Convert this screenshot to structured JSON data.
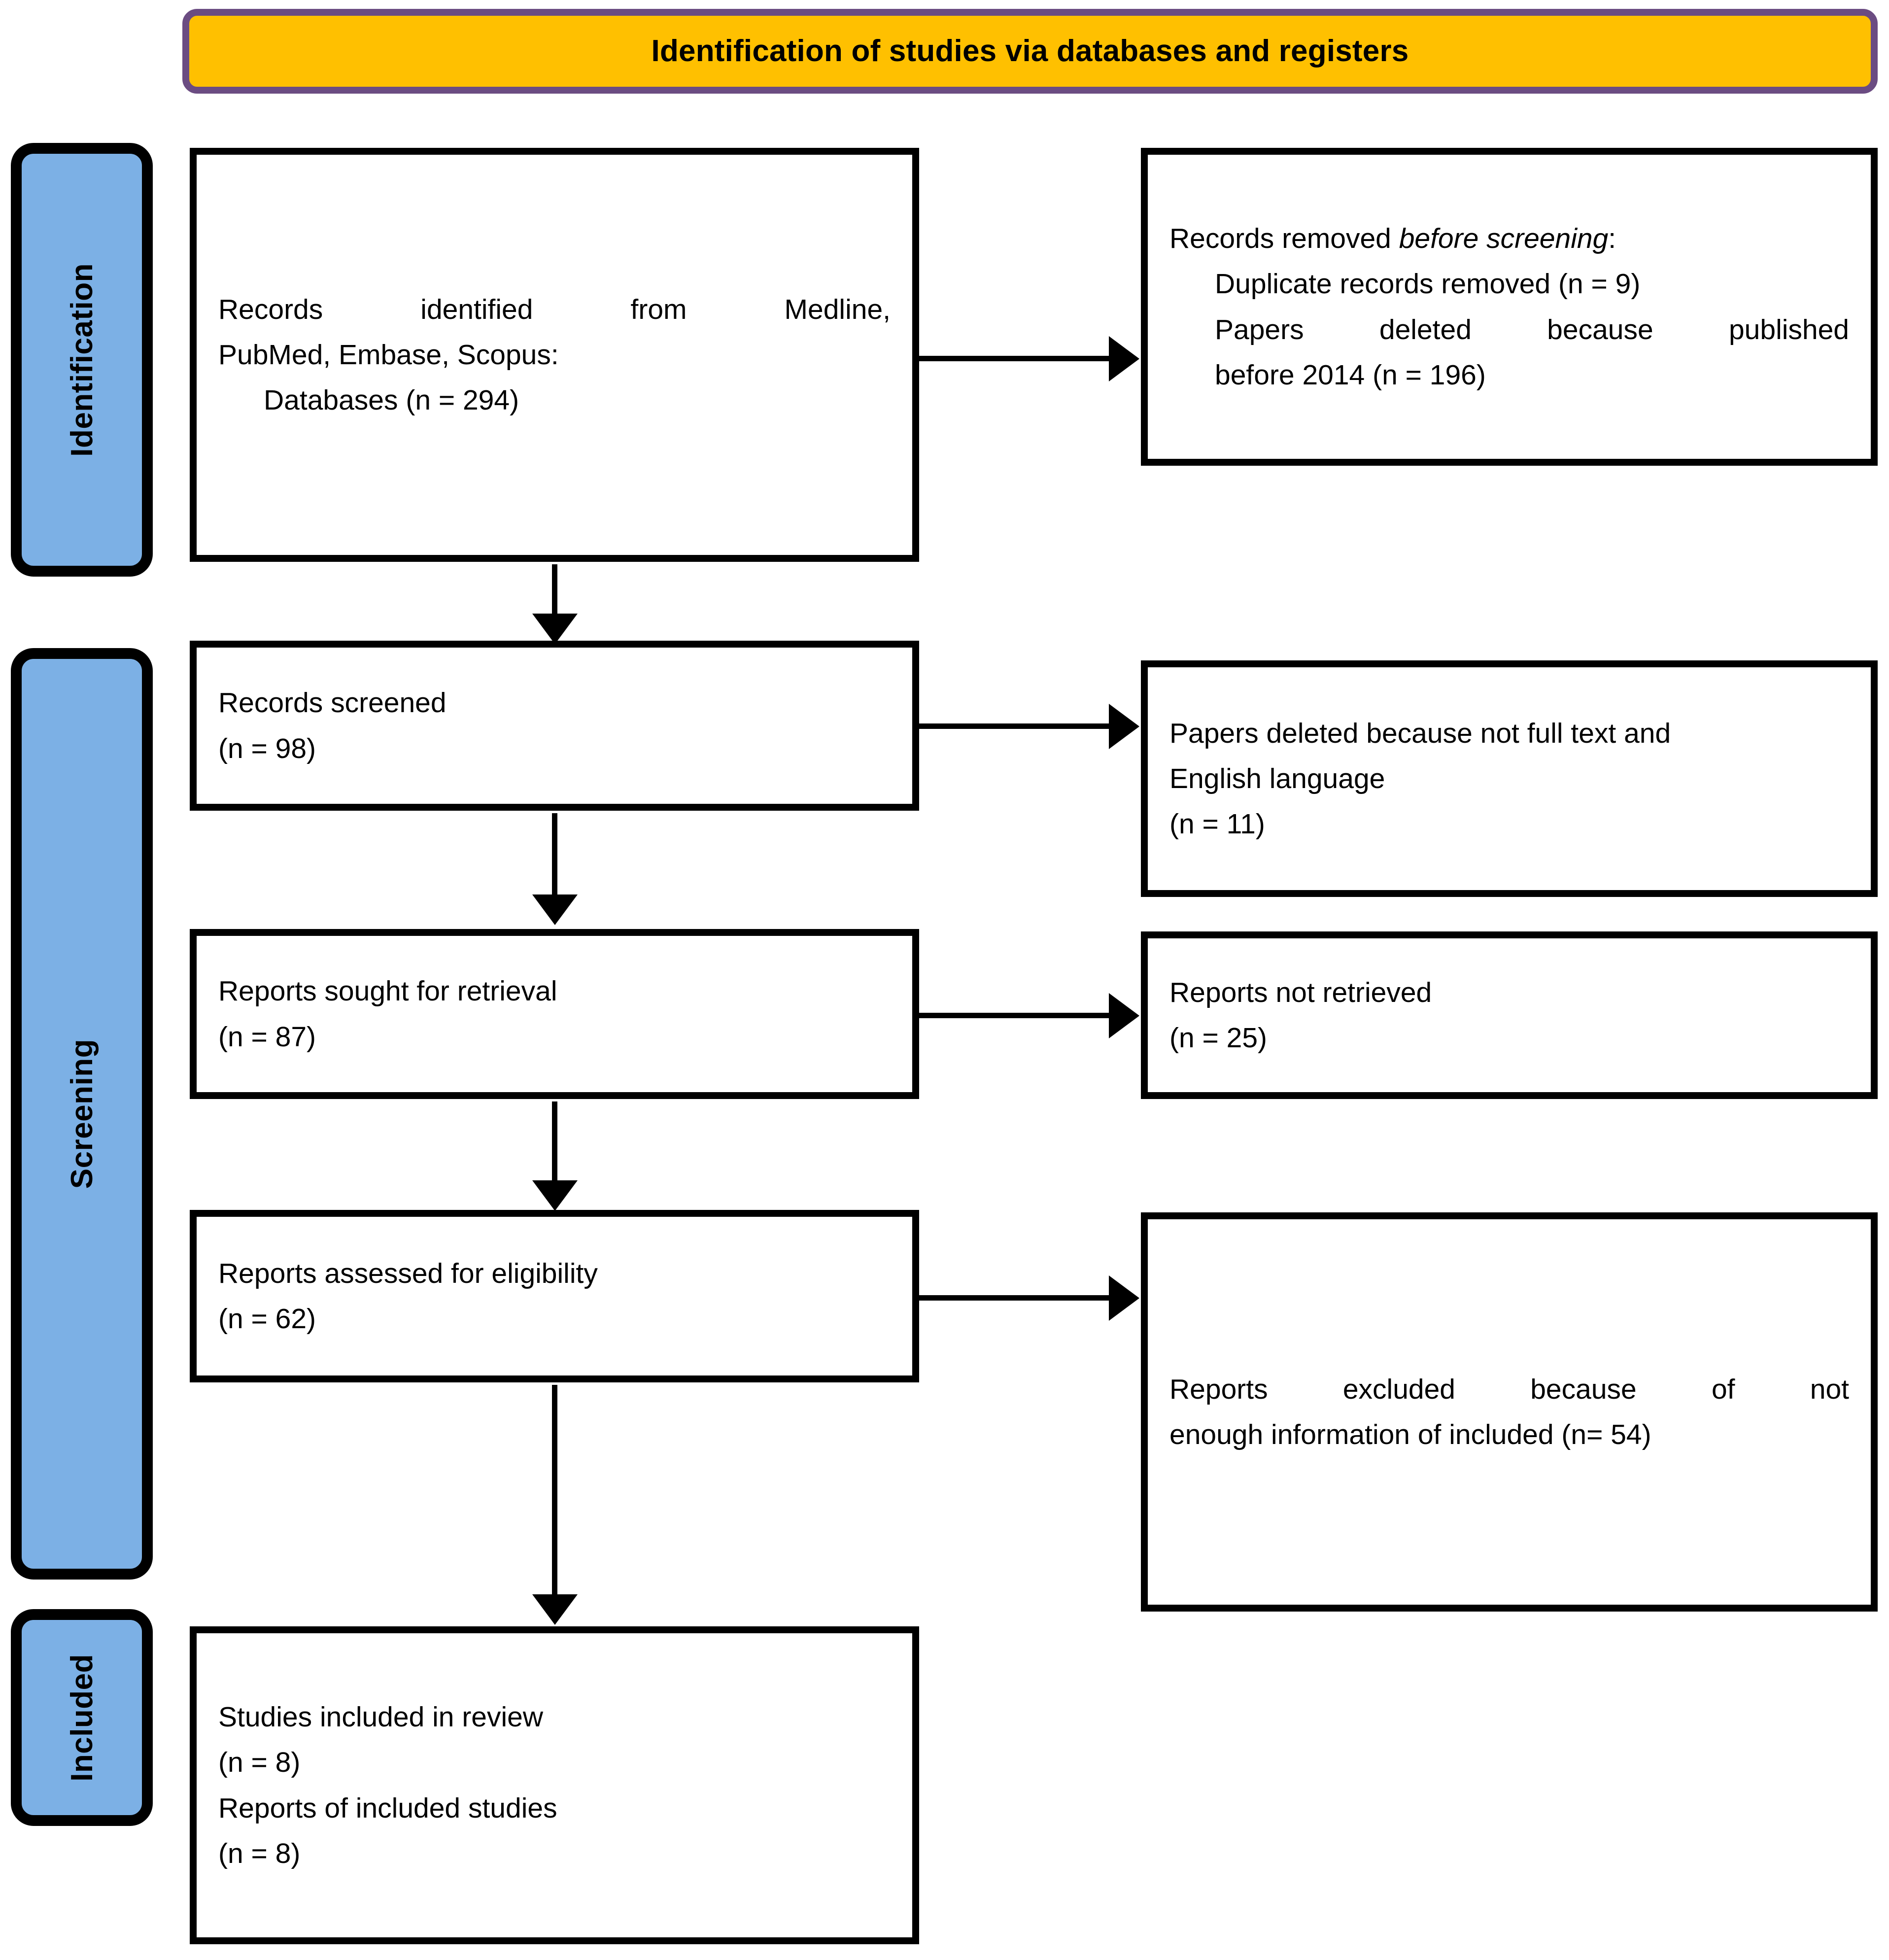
{
  "banner": {
    "title": "Identification of studies via databases and registers",
    "fill_color": "#FFC000",
    "border_color": "#6B4C82"
  },
  "stages": {
    "fill_color": "#7CB0E5",
    "identification": "Identification",
    "screening": "Screening",
    "included": "Included"
  },
  "boxes": {
    "identified": {
      "line1": "Records identified from Medline,",
      "line2": "PubMed, Embase, Scopus:",
      "line3": "Databases (n = 294)"
    },
    "removed": {
      "line1_prefix": "Records removed ",
      "line1_italic": "before screening",
      "line1_suffix": ":",
      "line2": "Duplicate records removed (n = 9)",
      "line3": "Papers deleted because published",
      "line4": "before 2014 (n = 196)"
    },
    "screened": {
      "line1": "Records screened",
      "line2": "(n = 98)"
    },
    "not_full_text": {
      "line1": "Papers deleted because not full text and",
      "line2": "English language",
      "line3": "(n = 11)"
    },
    "sought": {
      "line1": "Reports sought for retrieval",
      "line2": "(n = 87)"
    },
    "not_retrieved": {
      "line1": "Reports not retrieved",
      "line2": "(n = 25)"
    },
    "assessed": {
      "line1": "Reports assessed for eligibility",
      "line2": "(n = 62)"
    },
    "excluded": {
      "line1": "Reports excluded because of not",
      "line2": "enough information of included (n= 54)"
    },
    "included": {
      "line1": "Studies included in review",
      "line2": "(n = 8)",
      "line3": "Reports of included studies",
      "line4": "(n = 8)"
    }
  },
  "chart_data": {
    "type": "diagram",
    "diagram_kind": "prisma-flow",
    "title": "Identification of studies via databases and registers",
    "stages": [
      "Identification",
      "Screening",
      "Included"
    ],
    "nodes": [
      {
        "id": "identified",
        "stage": "Identification",
        "column": "left",
        "label": "Records identified from Medline, PubMed, Embase, Scopus: Databases",
        "n": 294
      },
      {
        "id": "removed",
        "stage": "Identification",
        "column": "right",
        "label": "Records removed before screening",
        "items": [
          {
            "label": "Duplicate records removed",
            "n": 9
          },
          {
            "label": "Papers deleted because published before 2014",
            "n": 196
          }
        ]
      },
      {
        "id": "screened",
        "stage": "Screening",
        "column": "left",
        "label": "Records screened",
        "n": 98
      },
      {
        "id": "not_full_text",
        "stage": "Screening",
        "column": "right",
        "label": "Papers deleted because not full text and English language",
        "n": 11
      },
      {
        "id": "sought",
        "stage": "Screening",
        "column": "left",
        "label": "Reports sought for retrieval",
        "n": 87
      },
      {
        "id": "not_retrieved",
        "stage": "Screening",
        "column": "right",
        "label": "Reports not retrieved",
        "n": 25
      },
      {
        "id": "assessed",
        "stage": "Screening",
        "column": "left",
        "label": "Reports assessed for eligibility",
        "n": 62
      },
      {
        "id": "excluded",
        "stage": "Screening",
        "column": "right",
        "label": "Reports excluded because of not enough information of included",
        "n": 54
      },
      {
        "id": "included",
        "stage": "Included",
        "column": "left",
        "label": "Studies included in review / Reports of included studies",
        "n": 8
      }
    ],
    "edges": [
      {
        "from": "identified",
        "to": "removed",
        "direction": "right"
      },
      {
        "from": "identified",
        "to": "screened",
        "direction": "down"
      },
      {
        "from": "screened",
        "to": "not_full_text",
        "direction": "right"
      },
      {
        "from": "screened",
        "to": "sought",
        "direction": "down"
      },
      {
        "from": "sought",
        "to": "not_retrieved",
        "direction": "right"
      },
      {
        "from": "sought",
        "to": "assessed",
        "direction": "down"
      },
      {
        "from": "assessed",
        "to": "excluded",
        "direction": "right"
      },
      {
        "from": "assessed",
        "to": "included",
        "direction": "down"
      }
    ]
  }
}
